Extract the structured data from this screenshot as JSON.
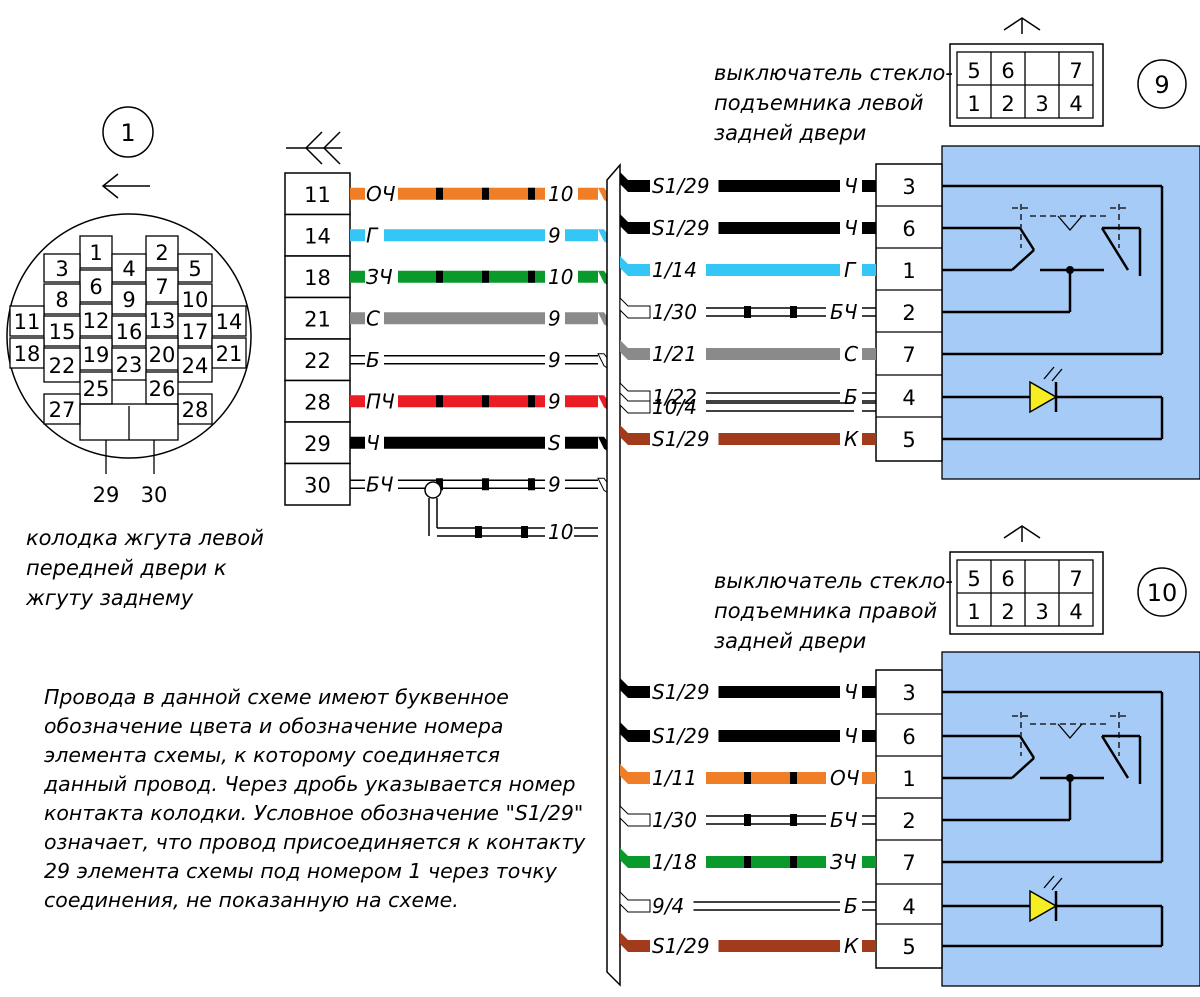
{
  "colors": {
    "orange": "#f07e26",
    "blue": "#34c6f4",
    "green": "#0a9a2c",
    "gray": "#8a8a8a",
    "red": "#ec1c24",
    "black": "#000000",
    "brown": "#a23a1c",
    "panel": "#a6cbf7",
    "led": "#f6ee22"
  },
  "connector1": {
    "number": "1",
    "pins": [
      "1",
      "2",
      "3",
      "4",
      "5",
      "6",
      "7",
      "8",
      "9",
      "10",
      "11",
      "12",
      "13",
      "14",
      "15",
      "16",
      "17",
      "18",
      "19",
      "20",
      "21",
      "22",
      "23",
      "24",
      "25",
      "26",
      "27",
      "28"
    ],
    "bottom_pins": [
      "29",
      "30"
    ],
    "caption": [
      "колодка жгута левой",
      "передней двери к",
      "жгуту заднему"
    ]
  },
  "harness": {
    "rows": [
      {
        "pin": "11",
        "color_code": "ОЧ",
        "target": "10",
        "color": "orange",
        "stripe": true
      },
      {
        "pin": "14",
        "color_code": "Г",
        "target": "9",
        "color": "blue",
        "stripe": false
      },
      {
        "pin": "18",
        "color_code": "ЗЧ",
        "target": "10",
        "color": "green",
        "stripe": true
      },
      {
        "pin": "21",
        "color_code": "С",
        "target": "9",
        "color": "gray",
        "stripe": false
      },
      {
        "pin": "22",
        "color_code": "Б",
        "target": "9",
        "color": "white",
        "stripe": false
      },
      {
        "pin": "28",
        "color_code": "ПЧ",
        "target": "9",
        "color": "red",
        "stripe": true
      },
      {
        "pin": "29",
        "color_code": "Ч",
        "target": "S",
        "color": "black",
        "stripe": false
      },
      {
        "pin": "30",
        "color_code": "БЧ",
        "target": "9",
        "color": "white",
        "stripe": true
      }
    ],
    "branch_target": "10"
  },
  "switch9": {
    "number": "9",
    "caption": [
      "выключатель стекло-",
      "подъемника левой",
      "задней двери"
    ],
    "plug_top": [
      "5",
      "6",
      "",
      "7"
    ],
    "plug_bottom": [
      "1",
      "2",
      "3",
      "4"
    ],
    "rows": [
      {
        "label": "S1/29",
        "code": "Ч",
        "pin": "3",
        "color": "black",
        "stripe": false
      },
      {
        "label": "S1/29",
        "code": "Ч",
        "pin": "6",
        "color": "black",
        "stripe": false
      },
      {
        "label": "1/14",
        "code": "Г",
        "pin": "1",
        "color": "blue",
        "stripe": false
      },
      {
        "label": "1/30",
        "code": "БЧ",
        "pin": "2",
        "color": "white",
        "stripe": true
      },
      {
        "label": "1/21",
        "code": "С",
        "pin": "7",
        "color": "gray",
        "stripe": false
      },
      {
        "label": "1/22",
        "code": "Б",
        "pin": "4",
        "color": "white",
        "stripe": false
      },
      {
        "label": "10/4",
        "code": "",
        "pin": "",
        "color": "white",
        "stripe": false
      },
      {
        "label": "S1/29",
        "code": "К",
        "pin": "5",
        "color": "brown",
        "stripe": false
      }
    ]
  },
  "switch10": {
    "number": "10",
    "caption": [
      "выключатель стекло-",
      "подъемника правой",
      "задней двери"
    ],
    "plug_top": [
      "5",
      "6",
      "",
      "7"
    ],
    "plug_bottom": [
      "1",
      "2",
      "3",
      "4"
    ],
    "rows": [
      {
        "label": "S1/29",
        "code": "Ч",
        "pin": "3",
        "color": "black",
        "stripe": false
      },
      {
        "label": "S1/29",
        "code": "Ч",
        "pin": "6",
        "color": "black",
        "stripe": false
      },
      {
        "label": "1/11",
        "code": "ОЧ",
        "pin": "1",
        "color": "orange",
        "stripe": true
      },
      {
        "label": "1/30",
        "code": "БЧ",
        "pin": "2",
        "color": "white",
        "stripe": true
      },
      {
        "label": "1/18",
        "code": "ЗЧ",
        "pin": "7",
        "color": "green",
        "stripe": true
      },
      {
        "label": "9/4",
        "code": "Б",
        "pin": "4",
        "color": "white",
        "stripe": false
      },
      {
        "label": "S1/29",
        "code": "К",
        "pin": "5",
        "color": "brown",
        "stripe": false
      }
    ]
  },
  "note": {
    "lines": [
      "Провода в данной схеме имеют буквенное",
      "обозначение цвета и обозначение номера",
      "элемента схемы, к которому соединяется",
      "данный провод. Через дробь указывается номер",
      "контакта колодки. Условное обозначение \"S1/29\"",
      "означает, что провод присоединяется к контакту",
      "29 элемента схемы под номером 1 через точку",
      "соединения, не показанную на схеме."
    ]
  }
}
